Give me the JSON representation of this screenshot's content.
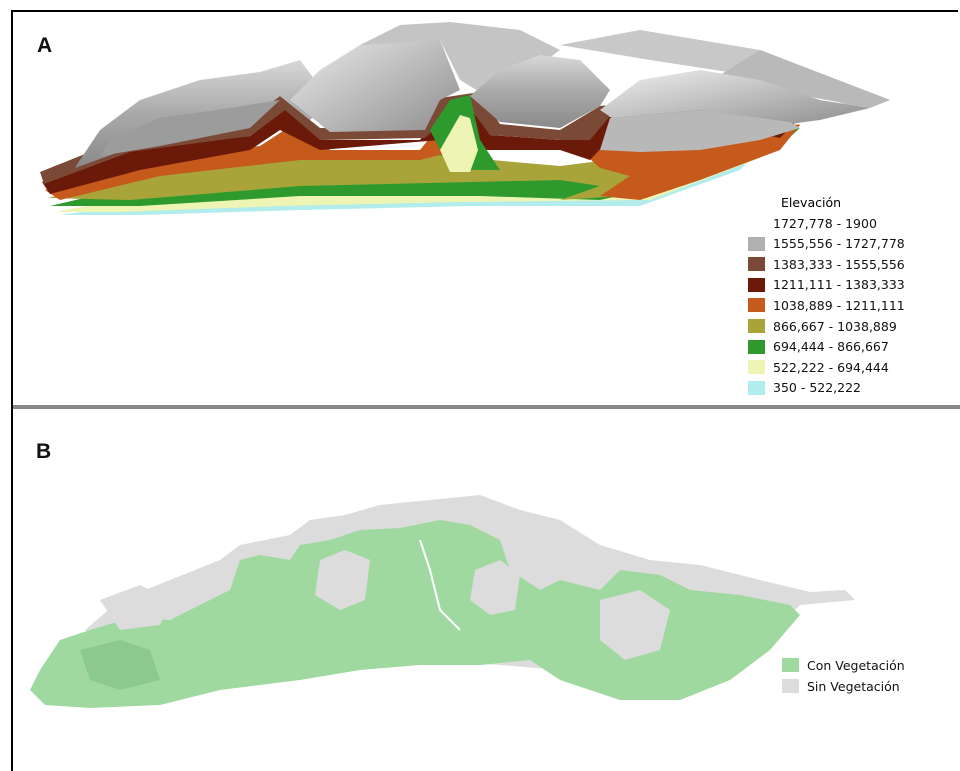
{
  "panels": {
    "a": {
      "label": "A",
      "legend_title": "Elevación",
      "legend": [
        {
          "range": "1727,778 - 1900",
          "color": ""
        },
        {
          "range": "1555,556 - 1727,778",
          "color": "#b0b0b0"
        },
        {
          "range": "1383,333 - 1555,556",
          "color": "#7b4a36"
        },
        {
          "range": "1211,111 - 1383,333",
          "color": "#6b1a0a"
        },
        {
          "range": "1038,889 - 1211,111",
          "color": "#c65a1c"
        },
        {
          "range": "866,667 - 1038,889",
          "color": "#a8a43a"
        },
        {
          "range": "694,444 - 866,667",
          "color": "#2e9a2e"
        },
        {
          "range": "522,222 - 694,444",
          "color": "#eef5b4"
        },
        {
          "range": "350 - 522,222",
          "color": "#b2ecec"
        }
      ]
    },
    "b": {
      "label": "B",
      "legend": [
        {
          "label": "Con Vegetación",
          "color": "#9fd9a0"
        },
        {
          "label": "Sin Vegetación",
          "color": "#dcdcdc"
        }
      ]
    }
  }
}
